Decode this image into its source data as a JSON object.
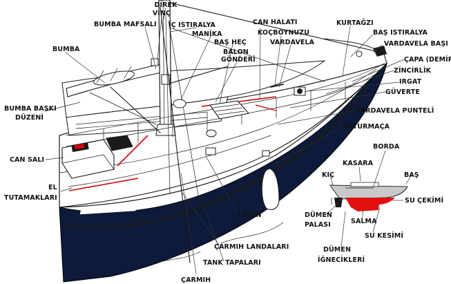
{
  "labels": {
    "direk": "DİREK",
    "vinc": "VİNÇ",
    "bumba_mafsali": "BUMBA MAFSALI",
    "ic_istiralya": "İÇ ISTIRALYA",
    "manika": "MANİKA",
    "bas_hec": "BAŞ HEÇ",
    "balon_gonderi_1": "BALON",
    "balon_gonderi_2": "GÖNDERİ",
    "can_halati": "CAN HALATI",
    "kocboynuzu": "KOÇBOYNUZU",
    "vardavela": "VARDAVELA",
    "kurtagzi": "KURTAĞZI",
    "bas_istiralya": "BAŞ ISTIRALYA",
    "vardavela_basi": "VARDAVELA BAŞI",
    "capa": "ÇAPA (DEMİR)",
    "zincirlik": "ZİNCİRLİK",
    "irgat": "IRGAT",
    "guverte": "GÜVERTE",
    "vardavela_punteli": "VARDAVELA PUNTELİ",
    "usturmaca": "USTURMAÇA",
    "bumba": "BUMBA",
    "bumba_baski_1": "BUMBA BASKI",
    "bumba_baski_2": "DÜZENİ",
    "can_sali": "CAN SALI",
    "el_tutamaklari_1": "EL",
    "el_tutamaklari_2": "TUTAMAKLARI",
    "liftin": "LİFTİN",
    "carmih_landalari": "ÇARMIH LANDALARI",
    "tank_tapalari": "TANK TAPALARI",
    "carmih": "ÇARMIH",
    "borda": "BORDA",
    "kasara": "KASARA",
    "kic": "KIÇ",
    "bas": "BAŞ",
    "su_cekimi": "SU ÇEKİMİ",
    "dumen_palasi_1": "DÜMEN",
    "dumen_palasi_2": "PALASI",
    "salma": "SALMA",
    "su_kesimi": "SU KESİMİ",
    "dumen_ignecikleri_1": "DÜMEN",
    "dumen_ignecikleri_2": "İĞNECİKLERİ"
  },
  "colors": {
    "hull": "#0d1a3a",
    "ink": "#1a1a1a",
    "red_accent": "#d40000",
    "keel_red": "#e01010",
    "inset_hull": "#c9c9c9"
  }
}
